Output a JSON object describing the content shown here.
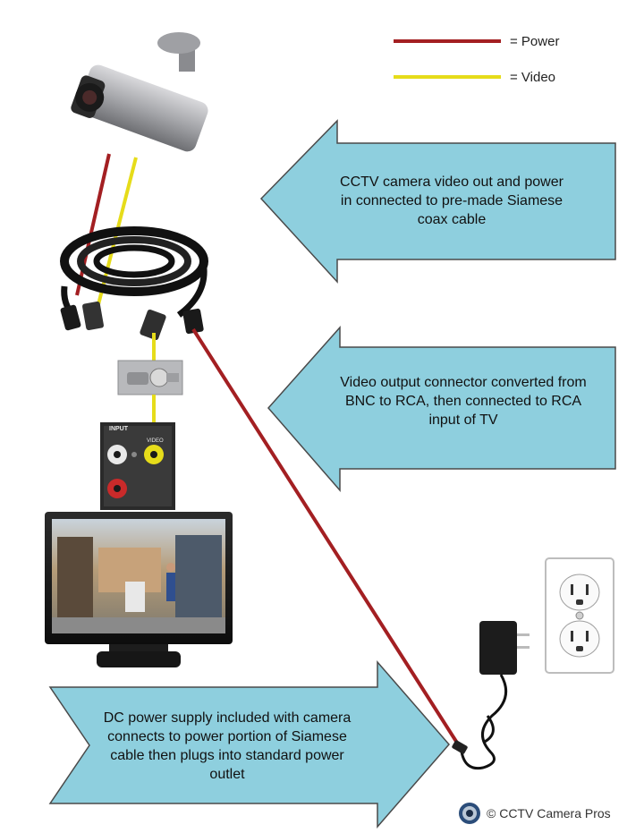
{
  "legend": {
    "power": {
      "label": "= Power",
      "color": "#a31f22"
    },
    "video": {
      "label": "= Video",
      "color": "#e6dc1a"
    }
  },
  "callouts": {
    "camera": "CCTV camera video out and power in connected to pre-made Siamese coax cable",
    "video": "Video output connector converted from BNC to RCA, then connected to RCA input of TV",
    "power": "DC power supply included with camera connects to power portion of Siamese cable then plugs into standard power outlet"
  },
  "panel": {
    "input_label": "INPUT",
    "video_label": "VIDEO"
  },
  "colors": {
    "arrow_fill": "#8ecfde",
    "arrow_stroke": "#4a4a4a"
  },
  "footer": {
    "text": "© CCTV Camera Pros",
    "logo": "camera-lens-logo-icon"
  }
}
